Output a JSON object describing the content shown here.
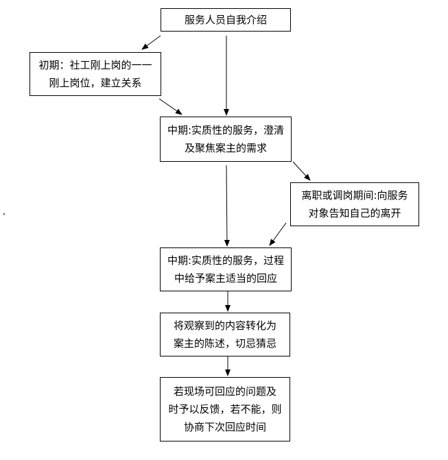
{
  "nodes": {
    "intro": "服务人员自我介绍",
    "early": "初期：社工刚上岗的一一\n刚上岗位，建立关系",
    "middle1": "中期:实质性的服务，澄清\n及聚焦案主的需求",
    "leave": "离职或调岗期间:向服务\n对象告知自己的离开",
    "middle2": "中期:实质性的服务，过程\n中给予案主适当的回应",
    "observe": "将观察到的内容转化为\n案主的陈述，切忌猜忌",
    "respond": "若现场可回应的问题及\n时予以反馈，若不能，则\n协商下次回应时间"
  }
}
